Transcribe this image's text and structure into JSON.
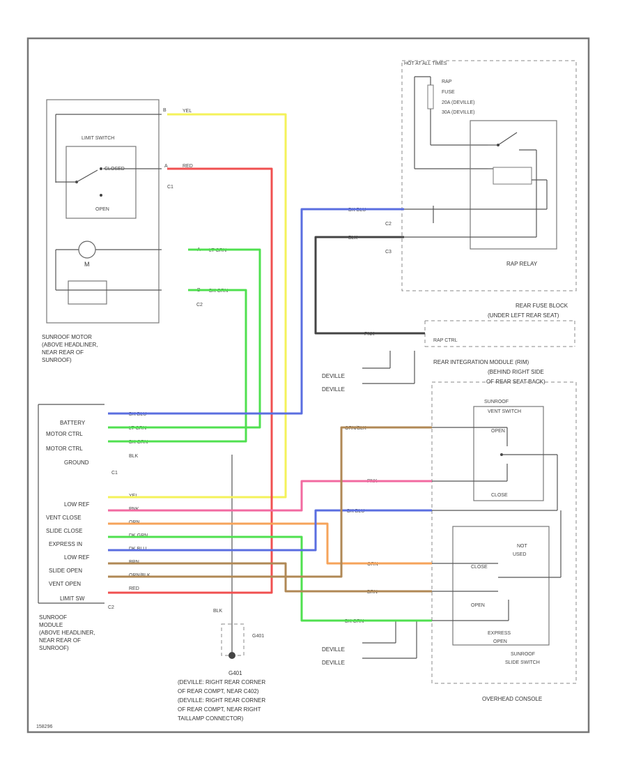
{
  "colors": {
    "yel": "#f4f25a",
    "red": "#f05050",
    "blue": "#5a6ee0",
    "green": "#4fe04f",
    "orange": "#f6a35a",
    "brown": "#b08855",
    "pink": "#f26aa0",
    "black": "#444444"
  },
  "motor": {
    "limit_switch": "LIMIT SWITCH",
    "closed": "CLOSED",
    "open": "OPEN",
    "m": "M",
    "c1": "C1",
    "c2": "C2",
    "caption": [
      "SUNROOF MOTOR",
      "(ABOVE HEADLINER,",
      "NEAR REAR OF",
      "SUNROOF)"
    ],
    "pin_b": "B",
    "pin_a1": "A",
    "pin_a2": "A",
    "pin_b2": "B",
    "wire_yel": "YEL",
    "wire_red": "RED",
    "wire_ltgrn": "LT GRN",
    "wire_dkgrn": "DK GRN"
  },
  "fuse_block": {
    "hot": "HOT AT ALL TIMES",
    "fuse_name": "RAP",
    "fuse_word": "FUSE",
    "fuse_a": "20A (DEVILLE)",
    "fuse_b": "30A (DEVILLE)",
    "relay": "RAP RELAY",
    "caption": [
      "REAR FUSE BLOCK",
      "(UNDER LEFT REAR SEAT)"
    ],
    "c2": "C2",
    "c3": "C3",
    "wire_blu": "DK BLU",
    "wire_blk": "BLK"
  },
  "rim": {
    "rap_ctrl": "RAP CTRL",
    "caption": [
      "REAR INTEGRATION MODULE (RIM)",
      "(BEHIND RIGHT SIDE",
      "OF REAR SEAT BACK)"
    ],
    "deville_a": "DEVILLE",
    "deville_b": "DEVILLE",
    "wire": "PNK"
  },
  "module": {
    "c1_labels": [
      "BATTERY",
      "MOTOR CTRL",
      "MOTOR CTRL",
      "GROUND"
    ],
    "c1_wires": [
      "DK BLU",
      "LT GRN",
      "DK GRN",
      "BLK"
    ],
    "c1": "C1",
    "c2_labels": [
      "LOW REF",
      "VENT CLOSE",
      "SLIDE CLOSE",
      "EXPRESS IN",
      "LOW REF",
      "SLIDE OPEN",
      "VENT OPEN",
      "LIMIT SW"
    ],
    "c2_wires": [
      "YEL",
      "PNK",
      "ORN",
      "DK GRN",
      "DK BLU",
      "BRN",
      "ORN/BLK",
      "RED"
    ],
    "c2": "C2",
    "caption": [
      "SUNROOF",
      "MODULE",
      "(ABOVE HEADLINER,",
      "NEAR REAR OF",
      "SUNROOF)"
    ]
  },
  "ground": {
    "wire": "BLK",
    "name": "G401",
    "caption": [
      "G401",
      "(DEVILLE: RIGHT REAR CORNER",
      "OF REAR COMPT, NEAR C402)",
      "(DEVILLE: RIGHT REAR CORNER",
      "OF REAR COMPT, NEAR RIGHT",
      "TAILLAMP CONNECTOR)"
    ]
  },
  "console": {
    "vent_switch": [
      "SUNROOF",
      "VENT SWITCH"
    ],
    "open": "OPEN",
    "close": "CLOSE",
    "not_used": [
      "NOT",
      "USED"
    ],
    "close2": "CLOSE",
    "open2": "OPEN",
    "express": [
      "EXPRESS",
      "OPEN"
    ],
    "slide_switch": [
      "SUNROOF",
      "SLIDE SWITCH"
    ],
    "overhead": "OVERHEAD CONSOLE",
    "deville_a": "DEVILLE",
    "deville_b": "DEVILLE",
    "wires": [
      "ORN/BLK",
      "PNK",
      "DK BLU",
      "ORN",
      "BRN",
      "DK GRN"
    ]
  },
  "footer": "158296"
}
